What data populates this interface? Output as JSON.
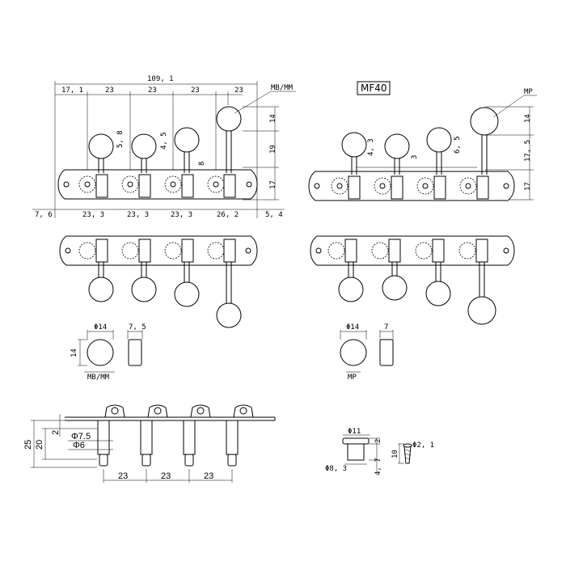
{
  "model": "MF40",
  "leaders": {
    "top_left": "MB/MM",
    "top_right": "MP"
  },
  "top_left_dims": {
    "overall": "109, 1",
    "spacing": [
      "17, 1",
      "23",
      "23",
      "23",
      "23"
    ],
    "bottom": [
      "7, 6",
      "23, 3",
      "23, 3",
      "23, 3",
      "26, 2",
      "5, 4"
    ],
    "vertical": [
      "5, 8",
      "4, 5",
      "8",
      "14",
      "19",
      "17"
    ]
  },
  "top_right_dims": {
    "vertical": [
      "4, 3",
      "3",
      "6, 5",
      "14",
      "17, 5",
      "17"
    ]
  },
  "knob_detail_left": {
    "dia": "Φ14",
    "width": "7, 5",
    "height": "14",
    "label": "MB/MM"
  },
  "knob_detail_right": {
    "dia": "Φ14",
    "width": "7",
    "label": "MP"
  },
  "side_view": {
    "heights": [
      "25",
      "20",
      "2"
    ],
    "diameters": [
      "Φ7.5",
      "Φ6"
    ],
    "spacing": [
      "23",
      "23",
      "23"
    ]
  },
  "bushing": {
    "dia_top": "Φ11",
    "dia_bottom": "Φ8, 3",
    "h1": "2",
    "h2": "4, 7"
  },
  "screw": {
    "dia": "Φ2, 1",
    "length": "10"
  }
}
